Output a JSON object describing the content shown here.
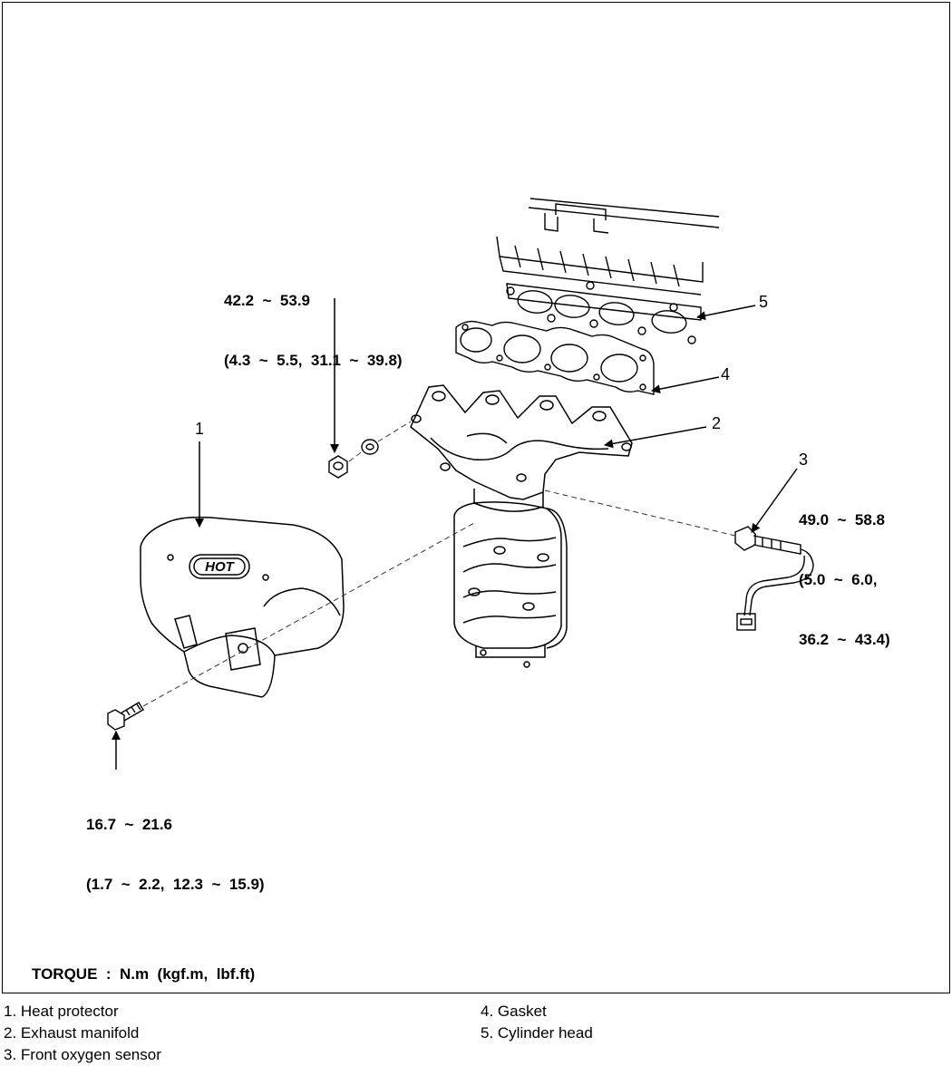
{
  "callouts": {
    "nut_torque": {
      "line1": "42.2  ~  53.9",
      "line2": "(4.3  ~  5.5,  31.1  ~  39.8)"
    },
    "bolt_torque": {
      "line1": "16.7  ~  21.6",
      "line2": "(1.7  ~  2.2,  12.3  ~  15.9)"
    },
    "sensor_torque": {
      "line1": "49.0  ~  58.8",
      "line2": "(5.0  ~  6.0,",
      "line3": "36.2  ~  43.4)"
    }
  },
  "part_numbers": {
    "n1": "1",
    "n2": "2",
    "n3": "3",
    "n4": "4",
    "n5": "5"
  },
  "heat_protector_text": "HOT",
  "torque_note": "TORQUE  :  N.m  (kgf.m,  lbf.ft)",
  "legend": [
    {
      "label": "1.  Heat protector"
    },
    {
      "label": "2.  Exhaust manifold"
    },
    {
      "label": "3.  Front oxygen sensor"
    },
    {
      "label": "4.  Gasket"
    },
    {
      "label": "5.  Cylinder head"
    }
  ]
}
